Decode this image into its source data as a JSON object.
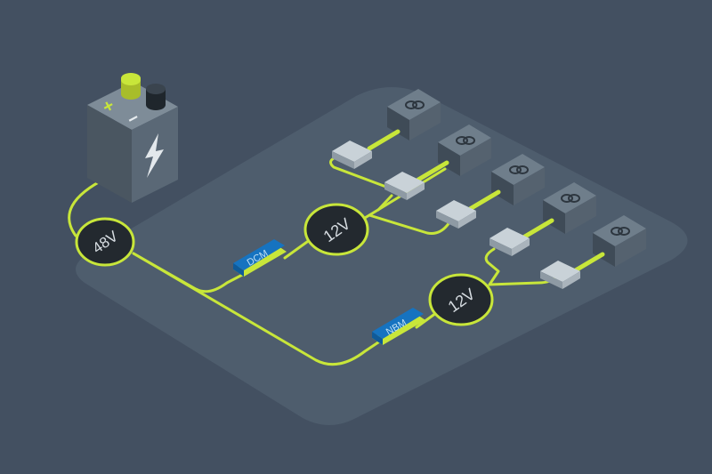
{
  "diagram": {
    "battery": {
      "plus_symbol": "+",
      "minus_symbol": "−",
      "bolt_icon": "lightning-bolt-icon"
    },
    "input_voltage": "48V",
    "branches": [
      {
        "converter_label": "DCM",
        "output_voltage": "12V",
        "load_count": 3
      },
      {
        "converter_label": "NBM",
        "output_voltage": "12V",
        "load_count": 2
      }
    ],
    "load_icon": "double-ring-icon"
  },
  "colors": {
    "background": "#435061",
    "board": "#4e5d6d",
    "wire": "#c8e63a",
    "node_fill": "#23292f",
    "converter": "#1673c0",
    "load_block": "#55626f",
    "battery_body": "#5a6876"
  }
}
